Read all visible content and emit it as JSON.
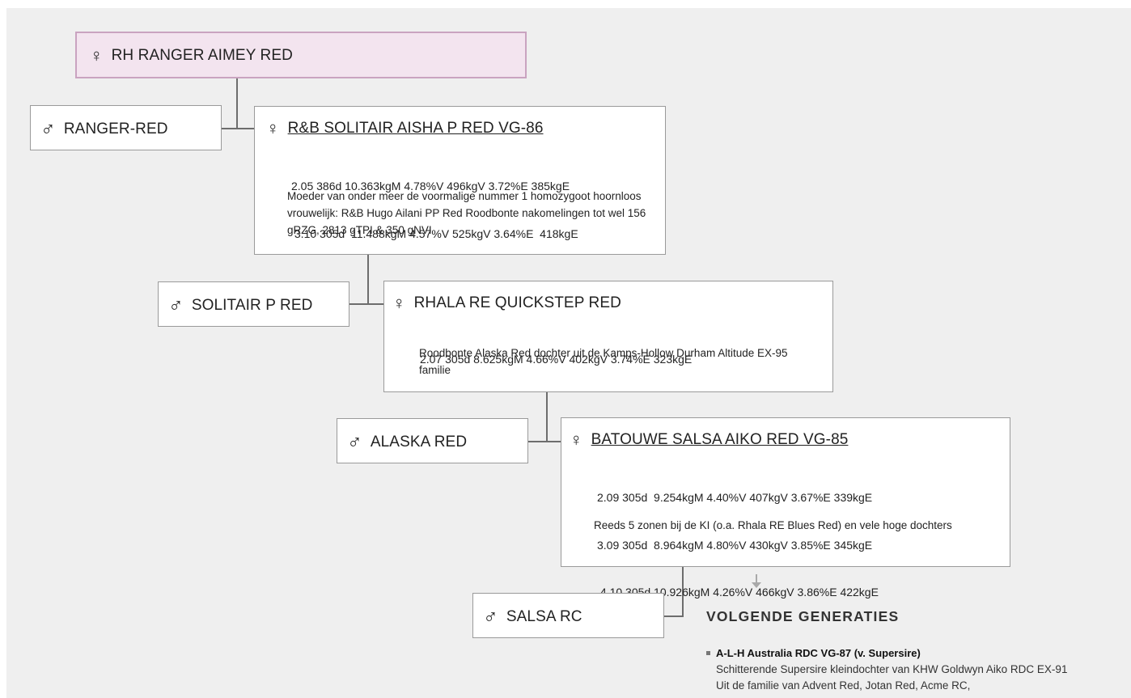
{
  "pedigree": {
    "top": {
      "icon": "female-icon",
      "name": "RH RANGER AIMEY RED"
    },
    "generations": [
      {
        "sire": {
          "icon": "male-icon",
          "name": "RANGER-RED"
        },
        "dam": {
          "icon": "female-icon",
          "name": "R&B SOLITAIR AISHA P RED VG-86",
          "stats": [
            "2.05 386d 10.363kgM 4.78%V 496kgV 3.72%E 385kgE",
            " 3.10 305d  11.488kgM 4.57%V 525kgV 3.64%E  418kgE"
          ],
          "description": "Moeder van onder meer de voormalige nummer 1 homozygoot hoornloos vrouwelijk: R&B Hugo Ailani PP Red Roodbonte nakomelingen tot wel 156 gRZG, 2813 gTPI & 350 gNVI"
        }
      },
      {
        "sire": {
          "icon": "male-icon",
          "name": "SOLITAIR P RED"
        },
        "dam": {
          "icon": "female-icon",
          "name": "RHALA RE QUICKSTEP RED",
          "stats": [
            "2.07 305d 8.625kgM 4.66%V 402kgV 3.74%E 323kgE"
          ],
          "description": "Roodbonte Alaska Red dochter uit de Kamps-Hollow Durham Altitude EX-95 familie"
        }
      },
      {
        "sire": {
          "icon": "male-icon",
          "name": "ALASKA RED"
        },
        "dam": {
          "icon": "female-icon",
          "name": "BATOUWE SALSA AIKO RED VG-85",
          "stats": [
            "2.09 305d  9.254kgM 4.40%V 407kgV 3.67%E 339kgE",
            "3.09 305d  8.964kgM 4.80%V 430kgV 3.85%E 345kgE",
            " 4.10 305d 10.926kgM 4.26%V 466kgV 3.86%E 422kgE"
          ],
          "description": "Reeds 5 zonen bij de KI (o.a. Rhala RE Blues Red) en vele hoge dochters"
        }
      },
      {
        "sire": {
          "icon": "male-icon",
          "name": "SALSA RC"
        }
      }
    ]
  },
  "next_generations": {
    "title": "VOLGENDE GENERATIES",
    "items": [
      {
        "title": "A-L-H Australia RDC VG-87 (v. Supersire)",
        "description": "Schitterende Supersire kleindochter van KHW Goldwyn Aiko RDC EX-91 Uit de familie van Advent Red, Jotan Red, Acme RC,"
      }
    ]
  }
}
